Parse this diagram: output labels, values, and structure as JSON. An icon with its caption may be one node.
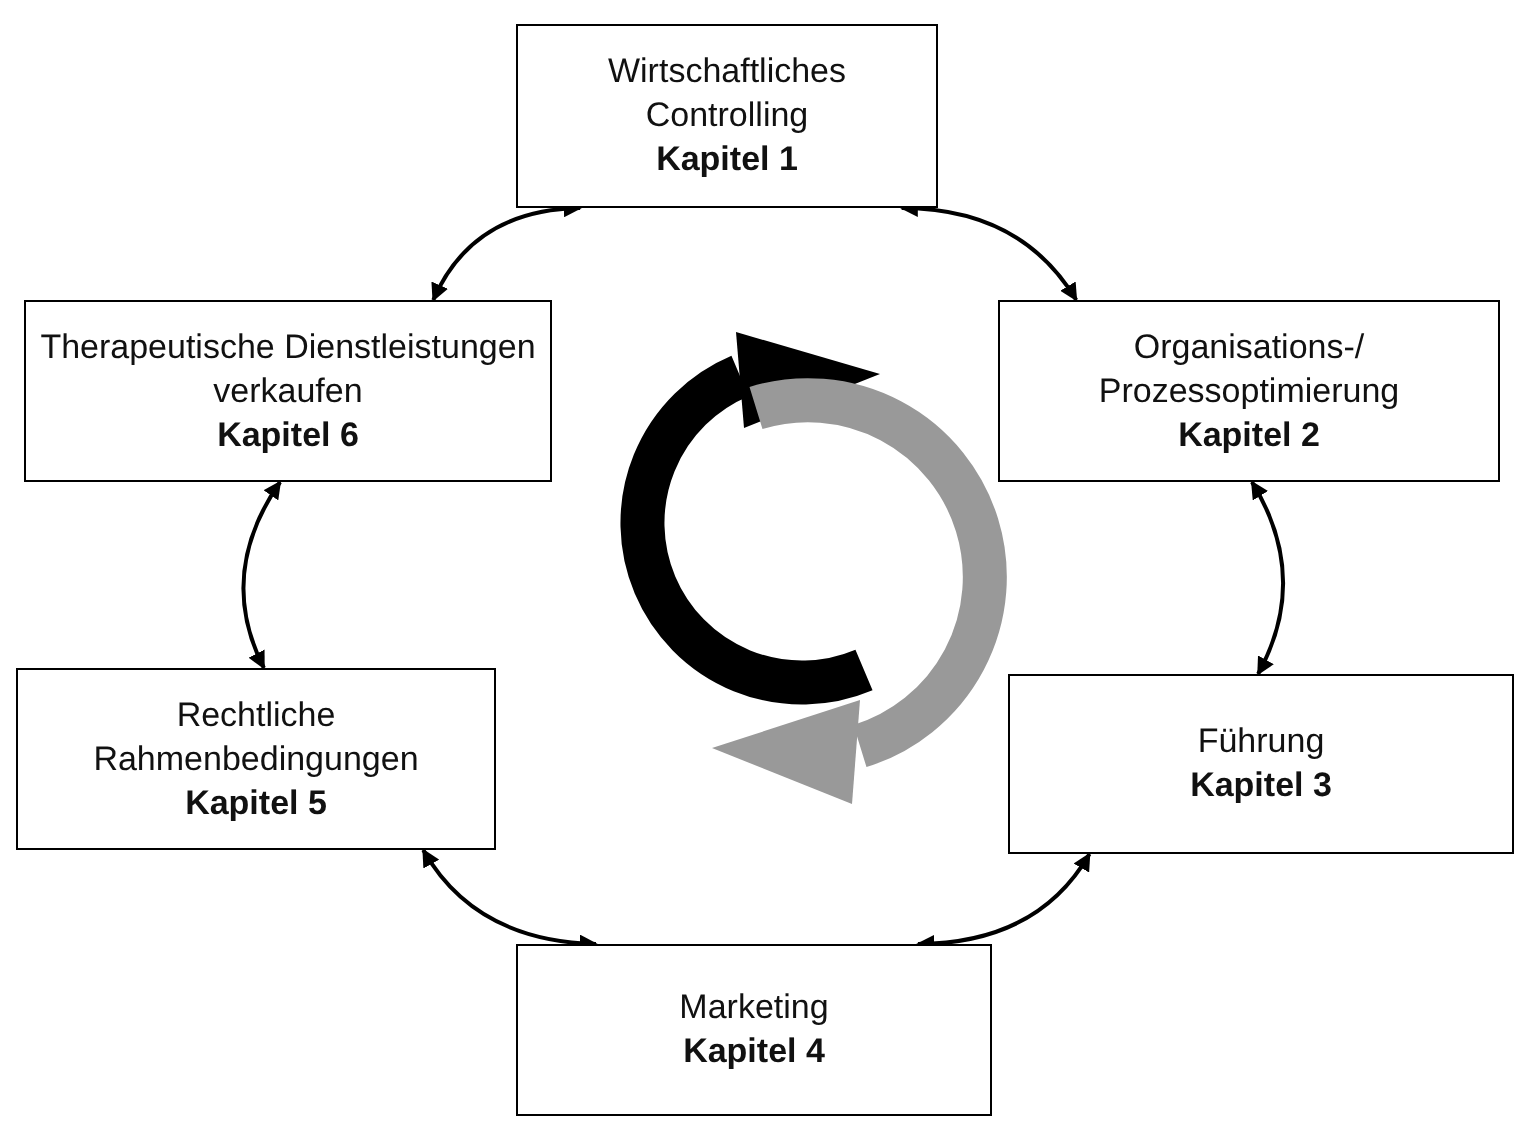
{
  "diagram": {
    "nodes": [
      {
        "text": [
          "Wirtschaftliches Controlling",
          "Kapitel 1"
        ]
      },
      {
        "text": [
          "Organisations-/ Prozessoptimierung",
          "Kapitel 2"
        ]
      },
      {
        "text": [
          "Führung",
          "Kapitel 3"
        ]
      },
      {
        "text": [
          "Marketing",
          "Kapitel 4"
        ]
      },
      {
        "text": [
          "Rechtliche Rahmenbedingungen",
          "Kapitel 5"
        ]
      },
      {
        "text": [
          "Therapeutische Dienstleistungen verkaufen",
          "Kapitel 6"
        ]
      }
    ],
    "edges": [
      {
        "from": 0,
        "to": 1,
        "arrow": "both"
      },
      {
        "from": 1,
        "to": 2,
        "arrow": "both"
      },
      {
        "from": 2,
        "to": 3,
        "arrow": "both"
      },
      {
        "from": 3,
        "to": 4,
        "arrow": "both"
      },
      {
        "from": 4,
        "to": 5,
        "arrow": "both"
      },
      {
        "from": 5,
        "to": 0,
        "arrow": "both"
      }
    ]
  }
}
